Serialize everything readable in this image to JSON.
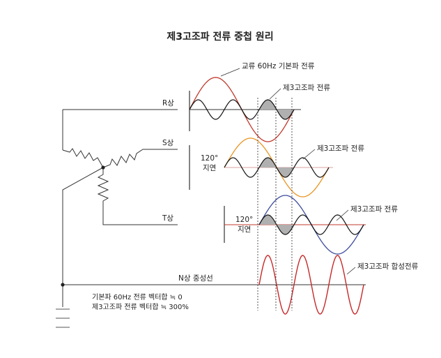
{
  "title": "제3고조파 전류 중첩 원리",
  "labels": {
    "fundamental": "교류 60Hz 기본파 전류",
    "third_r": "제3고조파 전류",
    "third_s": "제3고조파 전류",
    "third_t": "제3고조파 전류",
    "sum": "제3고조파 합성전류",
    "phase_r": "R상",
    "phase_s": "S상",
    "phase_t": "T상",
    "neutral": "N상 중성선",
    "delay_s_deg": "120°",
    "delay_s_text": "지연",
    "delay_t_deg": "120°",
    "delay_t_text": "지연",
    "note_line1": "기본파 60Hz 전류 벡터합 ≒ 0",
    "note_line2": "제3고조파 전류 벡터합 ≒ 300%"
  },
  "colors": {
    "r_fundamental": "#c0392b",
    "s_fundamental": "#e8931e",
    "t_fundamental": "#3b4a9c",
    "harmonic": "#111111",
    "sum_wave": "#c62828",
    "axis_r": "#333333",
    "axis_s": "#d9a0a0",
    "axis_t": "#c0392b",
    "shade": "#b0b0b0"
  }
}
